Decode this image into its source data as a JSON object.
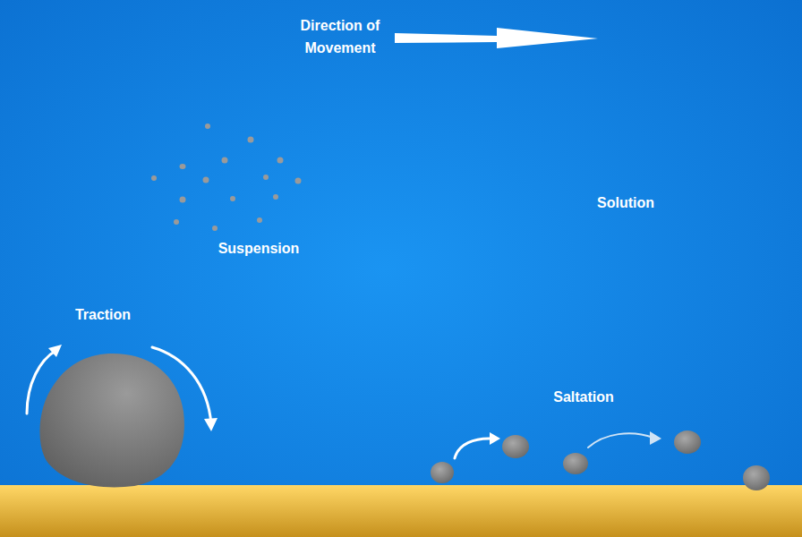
{
  "diagram": {
    "labels": [
      "Direction of Movement",
      "Suspension",
      "Solution",
      "Traction",
      "Saltation"
    ]
  }
}
